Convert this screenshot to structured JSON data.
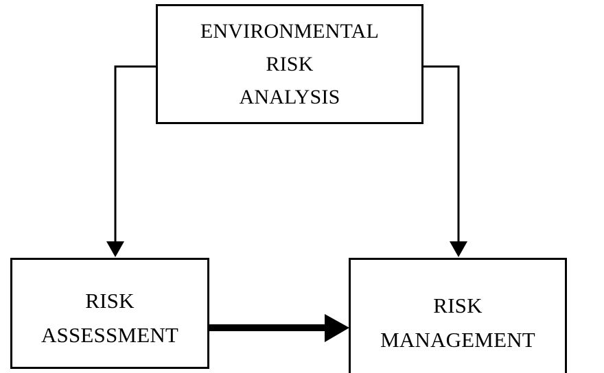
{
  "diagram": {
    "title": "Environmental Risk Analysis framework",
    "background_color": "#ffffff",
    "line_color": "#000000",
    "nodes": [
      {
        "id": "environmental-risk-analysis",
        "lines": [
          "ENVIRONMENTAL",
          "RISK",
          "ANALYSIS"
        ]
      },
      {
        "id": "risk-assessment",
        "lines": [
          "RISK",
          "ASSESSMENT"
        ]
      },
      {
        "id": "risk-management",
        "lines": [
          "RISK",
          "MANAGEMENT"
        ]
      }
    ],
    "connectors": [
      {
        "id": "era-to-risk-assessment",
        "from": "environmental-risk-analysis",
        "to": "risk-assessment",
        "style": "thin-elbow-arrow",
        "direction": "down"
      },
      {
        "id": "era-to-risk-management",
        "from": "environmental-risk-analysis",
        "to": "risk-management",
        "style": "thin-elbow-arrow",
        "direction": "down"
      },
      {
        "id": "risk-assessment-to-risk-management",
        "from": "risk-assessment",
        "to": "risk-management",
        "style": "thick-straight-arrow",
        "direction": "right"
      }
    ]
  }
}
